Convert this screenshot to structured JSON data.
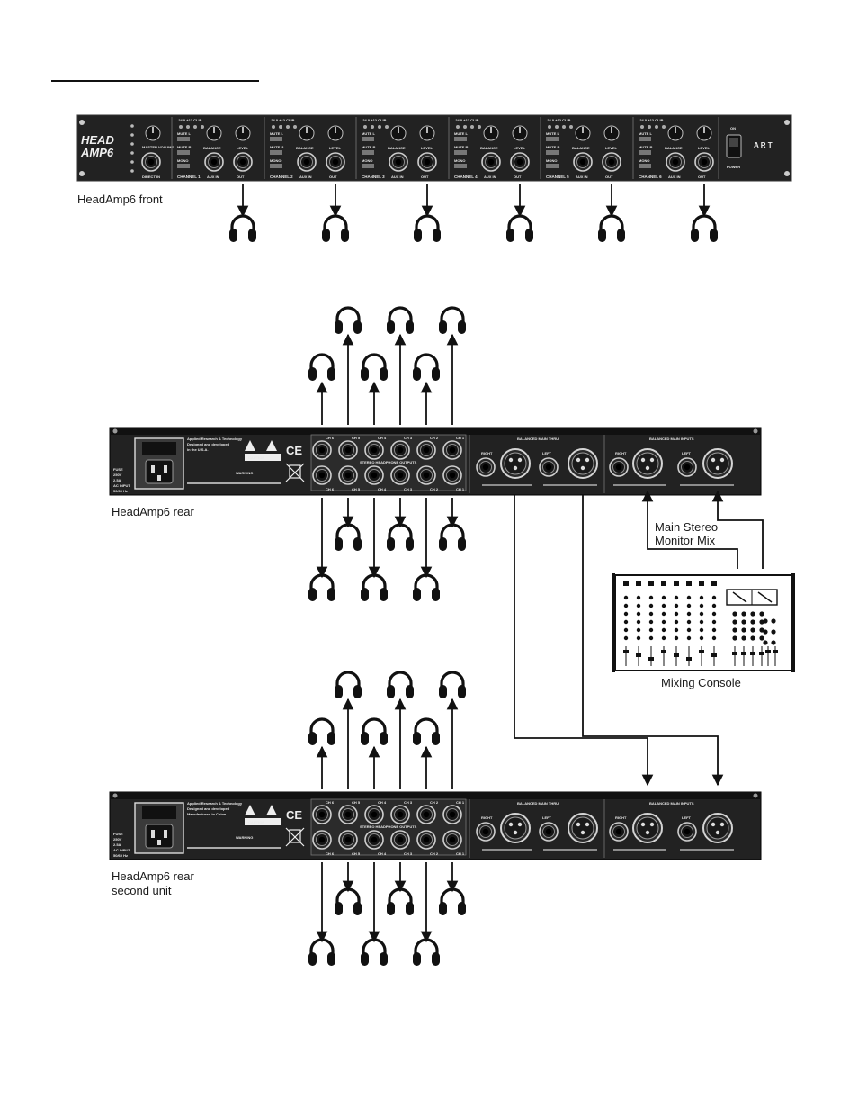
{
  "captions": {
    "front": "HeadAmp6 front",
    "rear": "HeadAmp6 rear",
    "rear2_line1": "HeadAmp6 rear",
    "rear2_line2": "second unit",
    "monitor_line1": "Main Stereo",
    "monitor_line2": "Monitor Mix",
    "console": "Mixing Console"
  },
  "front_panel": {
    "logo_line1": "HEAD",
    "logo_line2": "AMP6",
    "master_label": "MASTER VOLUME",
    "direct_in": "DIRECT IN",
    "meter_scale": "-24  0  +12 CLIP",
    "mute_l": "MUTE L",
    "mute_r": "MUTE R",
    "mono": "MONO",
    "balance": "BALANCE",
    "level": "LEVEL",
    "aux_in": "AUX IN",
    "out": "OUT",
    "power_on": "ON",
    "power": "POWER",
    "brand": "A R T",
    "channels": [
      "CHANNEL 1",
      "CHANNEL 2",
      "CHANNEL 3",
      "CHANNEL 4",
      "CHANNEL 5",
      "CHANNEL 6"
    ]
  },
  "rear_panel": {
    "company_line1": "Applied Research & Technology",
    "company_line2": "Designed and developed",
    "company_line3": "in the U.S.A.",
    "company_line2b": "Manufactured in China",
    "caution": "CAUTION",
    "warning": "WARNING",
    "fuse_line1": "FUSE",
    "fuse_line2": "250V",
    "fuse_line3": "2.5A",
    "ac_line1": "AC INPUT",
    "ac_line2": "50/60 Hz",
    "ce": "CE",
    "outputs_label": "STEREO HEADPHONE OUTPUTS",
    "jack_top_labels": [
      "CH 6",
      "CH 5",
      "CH 4",
      "CH 3",
      "CH 2",
      "CH 1"
    ],
    "jack_bottom_labels": [
      "CH 6",
      "CH 5",
      "CH 4",
      "CH 3",
      "CH 2",
      "CH 1"
    ],
    "thru_label": "BALANCED MAIN THRU",
    "inputs_label": "BALANCED MAIN INPUTS",
    "right": "RIGHT",
    "left": "LEFT"
  }
}
